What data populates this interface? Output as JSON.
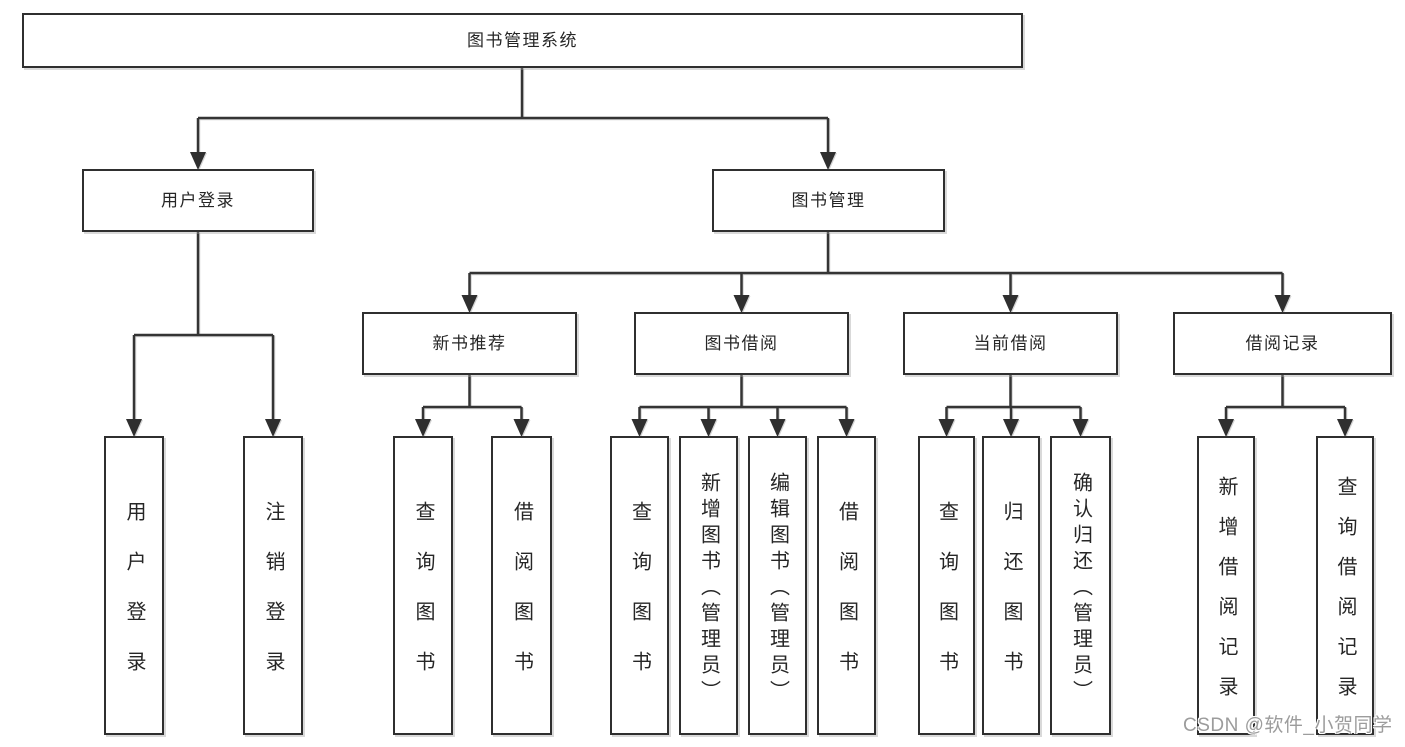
{
  "nodes": {
    "root": {
      "label": "图书管理系统"
    },
    "login": {
      "label": "用户登录"
    },
    "mgmt": {
      "label": "图书管理"
    },
    "newbook": {
      "label": "新书推荐"
    },
    "borrow": {
      "label": "图书借阅"
    },
    "current": {
      "label": "当前借阅"
    },
    "records": {
      "label": "借阅记录"
    },
    "login_user": {
      "label": "用户登录"
    },
    "login_logout": {
      "label": "注销登录"
    },
    "nb_query": {
      "label": "查询图书"
    },
    "nb_borrow": {
      "label": "借阅图书"
    },
    "bb_query": {
      "label": "查询图书"
    },
    "bb_add": {
      "label": "新增图书（管理员）"
    },
    "bb_edit": {
      "label": "编辑图书（管理员）"
    },
    "bb_borrow": {
      "label": "借阅图书"
    },
    "cb_query": {
      "label": "查询图书"
    },
    "cb_return": {
      "label": "归还图书"
    },
    "cb_confirm": {
      "label": "确认归还（管理员）"
    },
    "br_add": {
      "label": "新增借阅记录"
    },
    "br_query": {
      "label": "查询借阅记录"
    }
  },
  "watermark": {
    "text": "CSDN @软件_小贺同学"
  },
  "colors": {
    "line": "#343434",
    "box_border": "#2f2f2f",
    "text": "#262626",
    "watermark": "#9c9c9c",
    "background": "#ffffff"
  }
}
